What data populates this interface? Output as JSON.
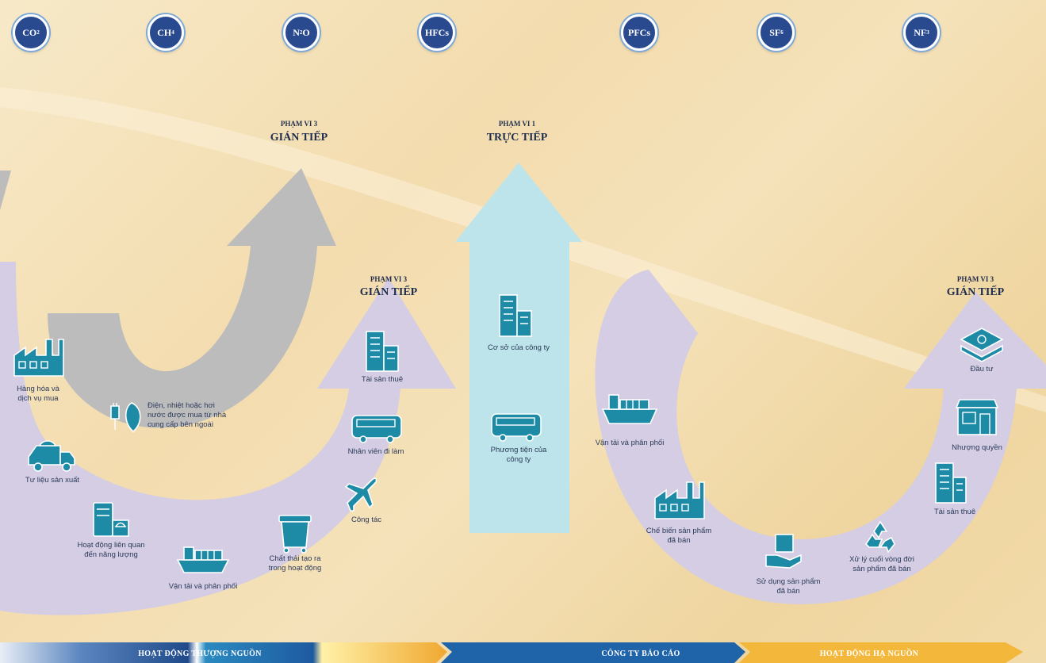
{
  "gases": [
    {
      "label": "CO",
      "sub": "2"
    },
    {
      "label": "CH",
      "sub": "4"
    },
    {
      "label": "N",
      "sub": "2",
      "tail": "O"
    },
    {
      "label": "HFCs",
      "sub": ""
    },
    {
      "label": "PFCs",
      "sub": ""
    },
    {
      "label": "SF",
      "sub": "6"
    },
    {
      "label": "NF",
      "sub": "3"
    }
  ],
  "scopes": {
    "scope2_small": "PHẠM VI 3",
    "scope2_big": "GIÁN TIẾP",
    "scope1_small": "PHẠM VI 1",
    "scope1_big": "TRỰC TIẾP",
    "scope3_up_small": "PHẠM VI 3",
    "scope3_up_big": "GIÁN TIẾP",
    "scope3_down_small": "PHẠM VI 3",
    "scope3_down_big": "GIÁN TIẾP"
  },
  "upstream_items": {
    "purchased_goods": [
      "Hàng hóa và",
      "dịch vụ mua"
    ],
    "capital_goods": [
      "Tư liệu sản xuất"
    ],
    "energy_related": [
      "Hoạt động liên quan",
      "đến năng lượng"
    ],
    "transport": [
      "Vận tải và phân phối"
    ],
    "waste": [
      "Chất thải tạo ra",
      "trong hoạt động"
    ],
    "business_travel": [
      "Công tác"
    ],
    "commuting": [
      "Nhân viên đi làm"
    ],
    "leased_assets": [
      "Tài sản thuê"
    ]
  },
  "purchased_energy": [
    "Điện, nhiệt hoặc hơi",
    "nước được mua từ nhà",
    "cung cấp bên ngoài"
  ],
  "company_items": {
    "facilities": [
      "Cơ sở của công ty"
    ],
    "vehicles": [
      "Phương tiện của",
      "công ty"
    ]
  },
  "downstream_items": {
    "transport": [
      "Vận tải và phân phối"
    ],
    "processing": [
      "Chế biến sản phẩm",
      "đã bán"
    ],
    "use": [
      "Sử dụng sản phẩm",
      "đã bán"
    ],
    "end_of_life": [
      "Xử lý cuối vòng đời",
      "sản phẩm đã bán"
    ],
    "leased_assets": [
      "Tài sản thuê"
    ],
    "franchises": [
      "Nhượng quyền"
    ],
    "investments": [
      "Đầu tư"
    ]
  },
  "bands": {
    "upstream": "HOẠT ĐỘNG THƯỢNG NGUỒN",
    "reporting": "CÔNG TY BÁO CÁO",
    "downstream": "HOẠT ĐỘNG HẠ NGUỒN"
  },
  "colors": {
    "gas_circle": "#2a4a8f",
    "scope2_arrow": "#bcbcbc",
    "scope3_arrow": "#d4cde3",
    "scope1_arrow": "#bde4ea",
    "icon_fill": "#1d8aa6",
    "band_upstream": "#1f4a8a",
    "band_reporting": "#2a8ac0",
    "band_downstream": "#f0b63a"
  }
}
